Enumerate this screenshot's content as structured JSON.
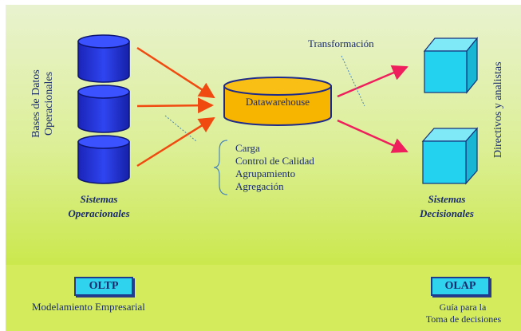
{
  "sources": {
    "label": "Bases de Datos Operacionales",
    "group_label": "Sistemas Operacionales"
  },
  "warehouse": {
    "label": "Datawarehouse"
  },
  "transformation": {
    "label": "Transformación"
  },
  "process_steps": [
    "Carga",
    "Control de Calidad",
    "Agrupamiento",
    "Agregación"
  ],
  "decision": {
    "side_label": "Directivos y analistas",
    "group_label": "Sistemas Decisionales"
  },
  "footer": {
    "oltp": {
      "tag": "OLTP",
      "caption": "Modelamiento Empresarial"
    },
    "olap": {
      "tag": "OLAP",
      "caption_line1": "Guía para la",
      "caption_line2": "Toma de decisiones"
    }
  },
  "colors": {
    "cylinder": "#1f2fd6",
    "cube": "#22d2ee",
    "warehouse": "#f7b500",
    "arrow_in": "#f04a10",
    "arrow_out": "#ee1f5c",
    "text": "#1a2b6e"
  }
}
